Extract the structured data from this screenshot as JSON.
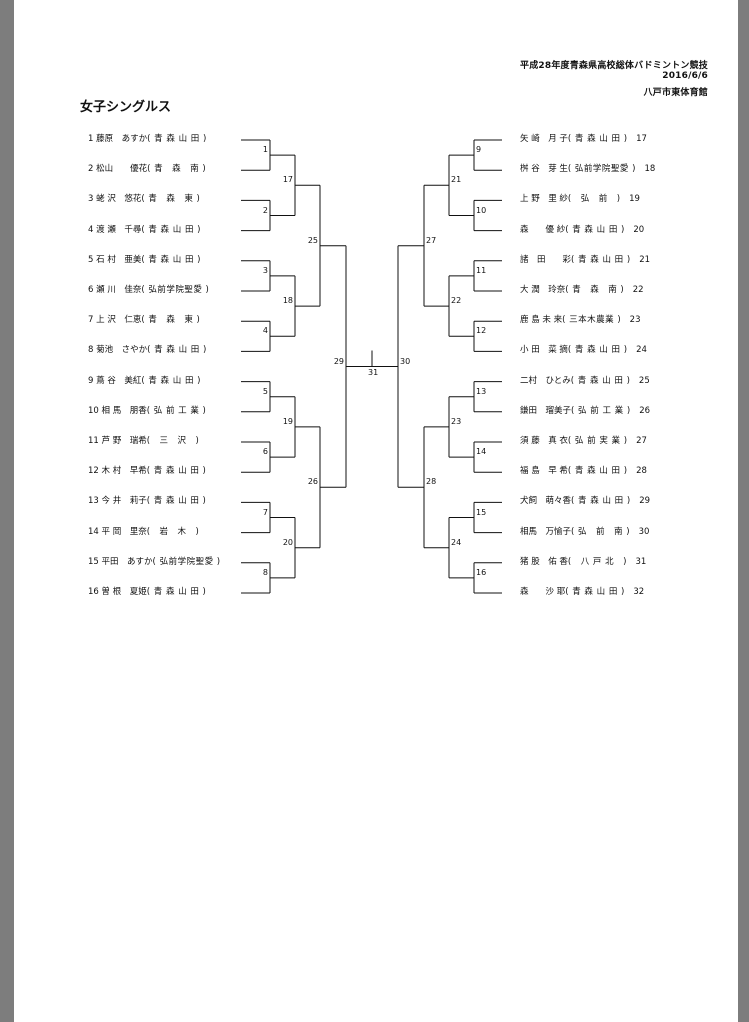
{
  "header": {
    "tournament": "平成28年度青森県高校総体バドミントン競技",
    "date": "2016/6/6",
    "venue": "八戸市東体育館"
  },
  "event_title": "女子シングルス",
  "left_players": [
    {
      "seed": "1",
      "name": "藤原　あすか",
      "school": "( 青 森 山 田 )"
    },
    {
      "seed": "2",
      "name": "松山　　優花",
      "school": "( 青　森　南 )"
    },
    {
      "seed": "3",
      "name": "蛯 沢　悠花",
      "school": "( 青　森　東 )"
    },
    {
      "seed": "4",
      "name": "渡 瀬　千尋",
      "school": "( 青 森 山 田 )"
    },
    {
      "seed": "5",
      "name": "石 村　亜美",
      "school": "( 青 森 山 田 )"
    },
    {
      "seed": "6",
      "name": "瀬 川　佳奈",
      "school": "( 弘前学院聖愛 )"
    },
    {
      "seed": "7",
      "name": "上 沢　仁恵",
      "school": "( 青　森　東 )"
    },
    {
      "seed": "8",
      "name": "菊池　さやか",
      "school": "( 青 森 山 田 )"
    },
    {
      "seed": "9",
      "name": "蔦 谷　美紅",
      "school": "( 青 森 山 田 )"
    },
    {
      "seed": "10",
      "name": "相 馬　朋香",
      "school": "( 弘 前 工 業 )"
    },
    {
      "seed": "11",
      "name": "芦 野　瑞希",
      "school": "(　三　沢　)"
    },
    {
      "seed": "12",
      "name": "木 村　早希",
      "school": "( 青 森 山 田 )"
    },
    {
      "seed": "13",
      "name": "今 井　莉子",
      "school": "( 青 森 山 田 )"
    },
    {
      "seed": "14",
      "name": "平 岡　里奈",
      "school": "(　岩　木　)"
    },
    {
      "seed": "15",
      "name": "平田　あすか",
      "school": "( 弘前学院聖愛 )"
    },
    {
      "seed": "16",
      "name": "曽 根　夏姫",
      "school": "( 青 森 山 田 )"
    }
  ],
  "right_players": [
    {
      "seed": "17",
      "name": "矢 崎　月 子",
      "school": "( 青 森 山 田 )"
    },
    {
      "seed": "18",
      "name": "桝 谷　芽 生",
      "school": "( 弘前学院聖愛 )"
    },
    {
      "seed": "19",
      "name": "上 野　里 紗",
      "school": "(　弘　前　)"
    },
    {
      "seed": "20",
      "name": "森　　優 紗",
      "school": "( 青 森 山 田 )"
    },
    {
      "seed": "21",
      "name": "諸　田　　彩",
      "school": "( 青 森 山 田 )"
    },
    {
      "seed": "22",
      "name": "大 潤　玲奈",
      "school": "( 青　森　南 )"
    },
    {
      "seed": "23",
      "name": "鹿 島 未 来",
      "school": "( 三本木農業 )"
    },
    {
      "seed": "24",
      "name": "小 田　菜 摘",
      "school": "( 青 森 山 田 )"
    },
    {
      "seed": "25",
      "name": "二村　ひとみ",
      "school": "( 青 森 山 田 )"
    },
    {
      "seed": "26",
      "name": "鎌田　瑠美子",
      "school": "( 弘 前 工 業 )"
    },
    {
      "seed": "27",
      "name": "須 藤　真 衣",
      "school": "( 弘 前 実 業 )"
    },
    {
      "seed": "28",
      "name": "福 島　早 希",
      "school": "( 青 森 山 田 )"
    },
    {
      "seed": "29",
      "name": "犬飼　萌々香",
      "school": "( 青 森 山 田 )"
    },
    {
      "seed": "30",
      "name": "相馬　万愉子",
      "school": "( 弘　前　南 )"
    },
    {
      "seed": "31",
      "name": "猪 股　佑 香",
      "school": "(　八 戸 北　)"
    },
    {
      "seed": "32",
      "name": "森　　沙 耶",
      "school": "( 青 森 山 田 )"
    }
  ],
  "match_numbers": {
    "left_r1": [
      "1",
      "2",
      "3",
      "4",
      "5",
      "6",
      "7",
      "8"
    ],
    "left_r2": [
      "17",
      "18",
      "19",
      "20"
    ],
    "left_r3": [
      "25",
      "26"
    ],
    "left_semi": "29",
    "final": "31",
    "right_semi": "30",
    "right_r3": [
      "27",
      "28"
    ],
    "right_r2": [
      "21",
      "22",
      "23",
      "24"
    ],
    "right_r1": [
      "9",
      "10",
      "11",
      "12",
      "13",
      "14",
      "15",
      "16"
    ]
  }
}
